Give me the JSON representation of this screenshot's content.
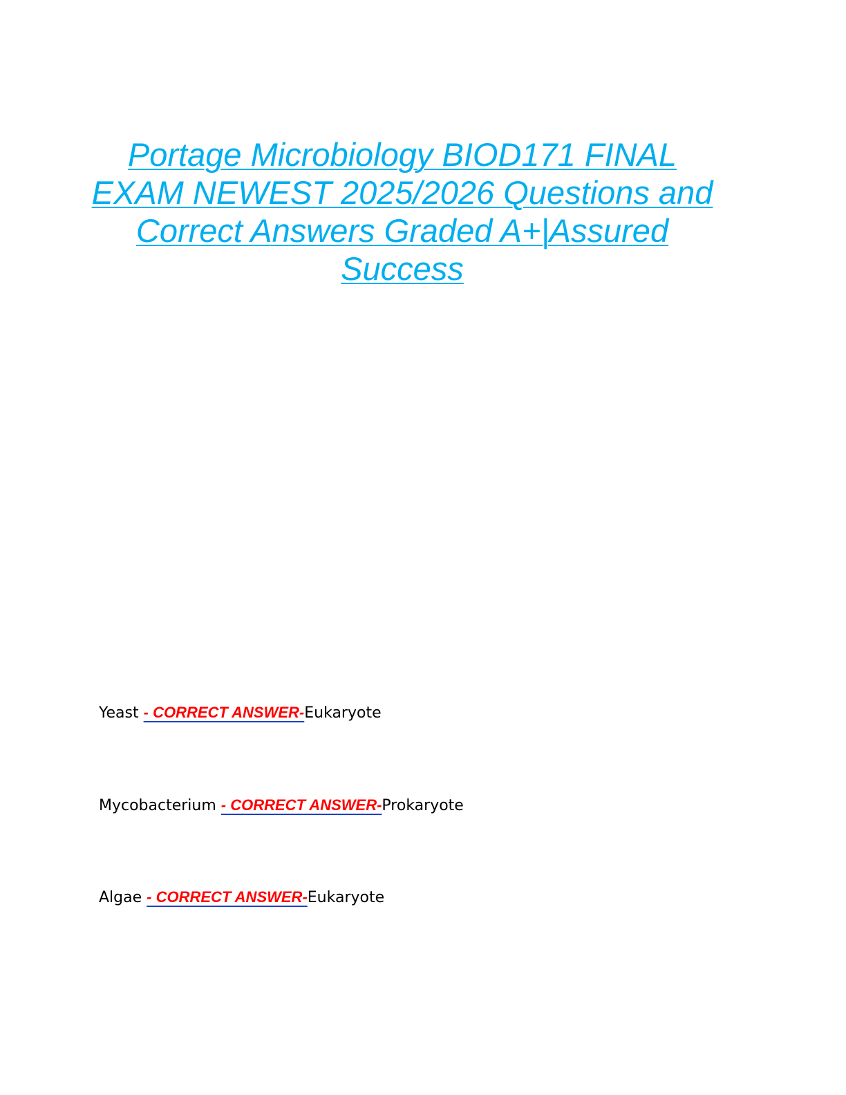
{
  "document": {
    "title": "Portage Microbiology BIOD171 FINAL EXAM NEWEST 2025/2026 Questions and Correct Answers Graded A+|Assured Success",
    "answer_marker": "- CORRECT ANSWER-",
    "colors": {
      "title": "#00aeef",
      "marker_text": "#ff0000",
      "marker_underline": "#1f3fbf",
      "body_text": "#000000"
    },
    "questions": [
      {
        "term": "Yeast",
        "answer": "Eukaryote"
      },
      {
        "term": "Mycobacterium",
        "answer": "Prokaryote"
      },
      {
        "term": "Algae",
        "answer": "Eukaryote"
      }
    ]
  }
}
